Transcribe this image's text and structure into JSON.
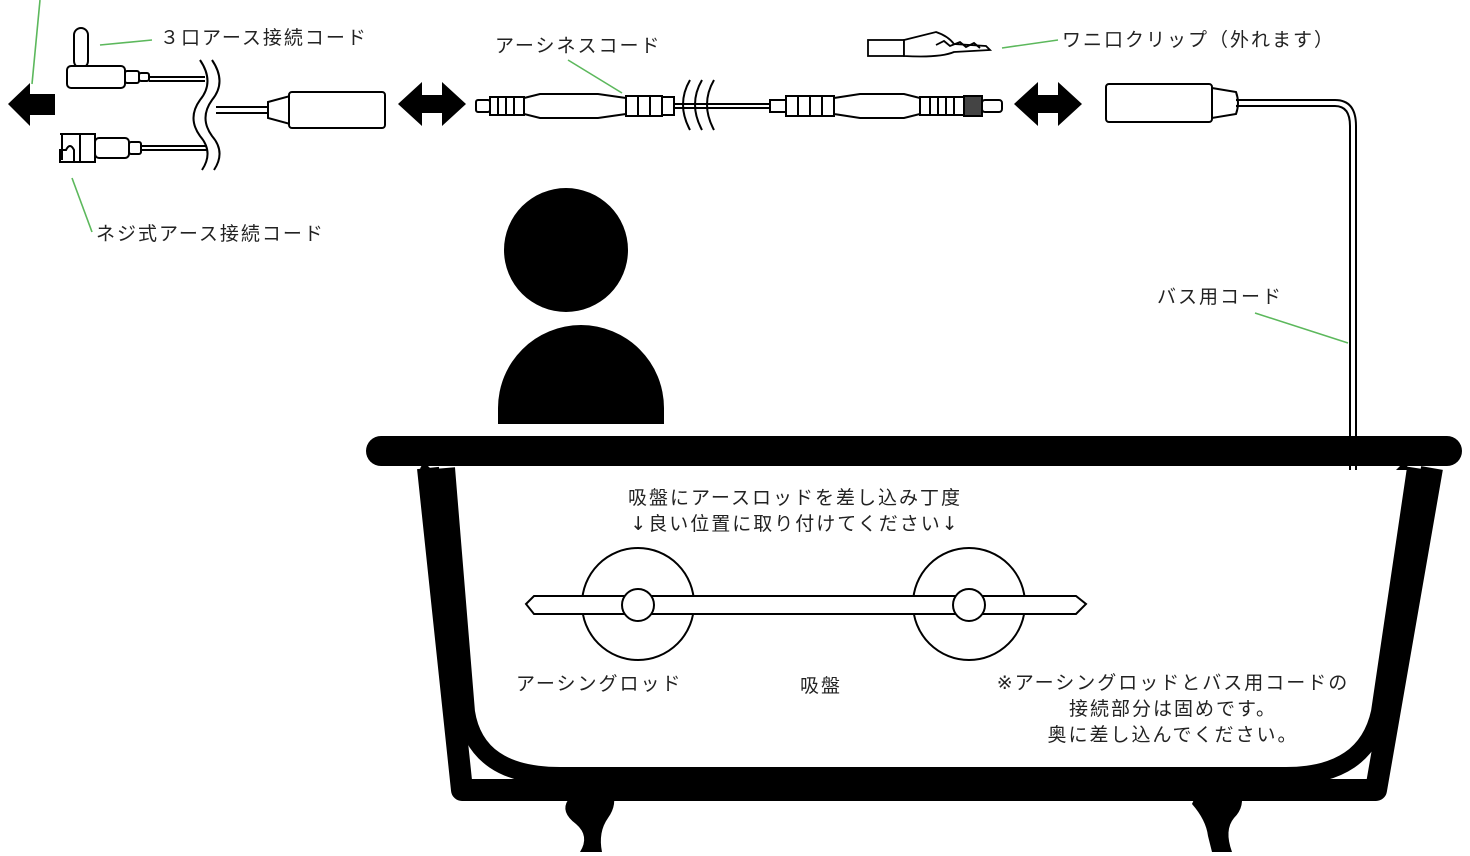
{
  "colors": {
    "leader_line": "#5cb85c",
    "ink": "#000000",
    "text": "#222222"
  },
  "labels": {
    "three_prong_cord": "３口アース接続コード",
    "screw_cord": "ネジ式アース接続コード",
    "earthing_cord": "アーシネスコード",
    "alligator_clip": "ワニ口クリップ（外れます）",
    "bath_cord": "バス用コード",
    "instruction_line1": "吸盤にアースロッドを差し込み丁度",
    "instruction_line2": "↓良い位置に取り付けてください↓",
    "rod": "アーシングロッド",
    "suction_cup": "吸盤",
    "note_line1": "※アーシングロッドとバス用コードの",
    "note_line2": "接続部分は固めです。",
    "note_line3": "奥に差し込んでください。"
  },
  "icons": {
    "arrow_left": "left-arrow-icon",
    "double_arrow": "double-arrow-icon",
    "person": "person-icon",
    "bathtub": "bathtub-icon"
  }
}
